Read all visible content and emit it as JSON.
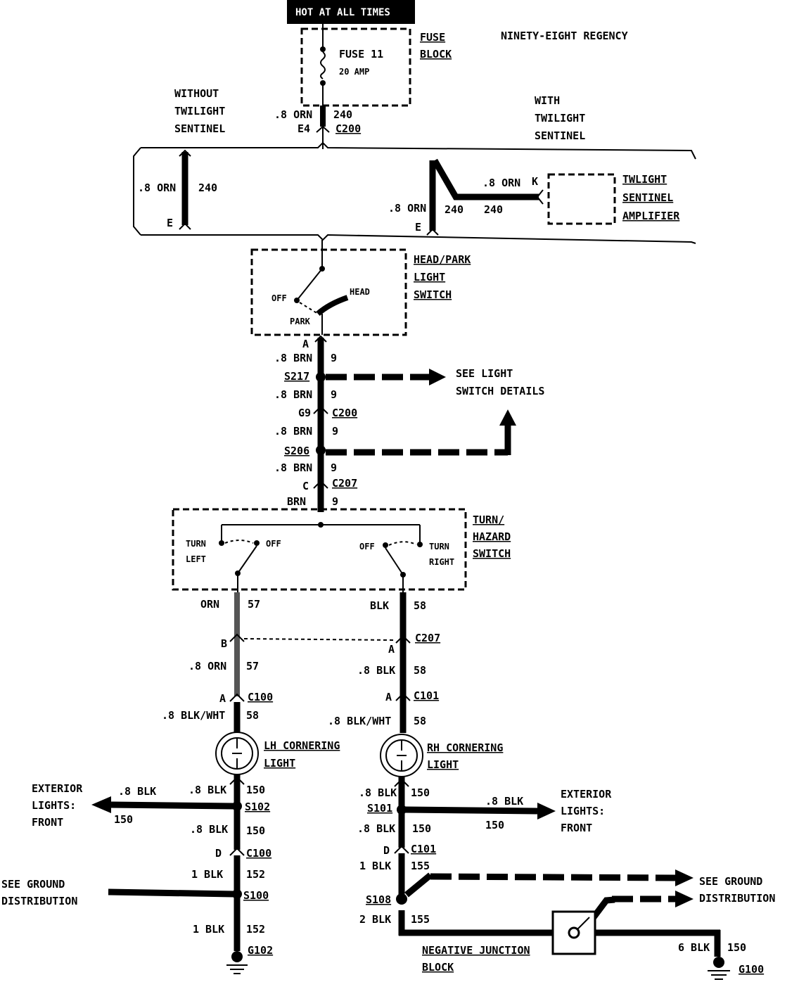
{
  "title": "NINETY-EIGHT REGENCY",
  "hot_label": "HOT AT ALL TIMES",
  "fuse_block": {
    "label_line1": "FUSE",
    "label_line2": "BLOCK",
    "fuse_name": "FUSE 11",
    "fuse_rating": "20 AMP"
  },
  "top_wire": {
    "size_color": ".8 ORN",
    "circuit": "240",
    "pin": "E4",
    "connector": "C200"
  },
  "without_twilight": {
    "line1": "WITHOUT",
    "line2": "TWILIGHT",
    "line3": "SENTINEL",
    "wire": ".8 ORN",
    "circuit": "240",
    "pin": "E"
  },
  "with_twilight": {
    "line1": "WITH",
    "line2": "TWILIGHT",
    "line3": "SENTINEL",
    "wire": ".8 ORN",
    "circuit": "240",
    "circuit2": "240",
    "pin": "E",
    "amp_wire": ".8 ORN",
    "amp_pin": "K"
  },
  "amplifier": {
    "line1": "TWLIGHT",
    "line2": "SENTINEL",
    "line3": "AMPLIFIER"
  },
  "head_park_switch": {
    "line1": "HEAD/PARK",
    "line2": "LIGHT",
    "line3": "SWITCH",
    "off": "OFF",
    "head": "HEAD",
    "park": "PARK"
  },
  "center_chain": {
    "pin_a": "A",
    "w1": ".8 BRN",
    "c1": "9",
    "splice1": "S217",
    "w2": ".8 BRN",
    "c2": "9",
    "pin_g9": "G9",
    "conn1": "C200",
    "w3": ".8 BRN",
    "c3": "9",
    "splice2": "S206",
    "w4": ".8 BRN",
    "c4": "9",
    "pin_c": "C",
    "conn2": "C207",
    "w5": "BRN",
    "c5": "9"
  },
  "light_switch_details": {
    "line1": "SEE LIGHT",
    "line2": "SWITCH DETAILS"
  },
  "turn_hazard": {
    "line1": "TURN/",
    "line2": "HAZARD",
    "line3": "SWITCH",
    "turn_left_1": "TURN",
    "turn_left_2": "LEFT",
    "off_left": "OFF",
    "off_right": "OFF",
    "turn_right_1": "TURN",
    "turn_right_2": "RIGHT"
  },
  "left_branch": {
    "w1": "ORN",
    "c1": "57",
    "pin_b": "B",
    "w2": ".8 ORN",
    "c2": "57",
    "pin_a": "A",
    "conn": "C100",
    "w3": ".8 BLK/WHT",
    "c3": "58",
    "lamp_line1": "LH CORNERING",
    "lamp_line2": "LIGHT",
    "w4": ".8 BLK",
    "c4": "150",
    "splice": "S102",
    "ext_wire": ".8 BLK",
    "ext_circuit": "150",
    "ext_line1": "EXTERIOR",
    "ext_line2": "LIGHTS:",
    "ext_line3": "FRONT",
    "w5": ".8 BLK",
    "c5": "150",
    "pin_d": "D",
    "conn2": "C100",
    "w6": "1 BLK",
    "c6": "152",
    "splice2": "S100",
    "gnd_line1": "SEE GROUND",
    "gnd_line2": "DISTRIBUTION",
    "w7": "1 BLK",
    "c7": "152",
    "ground": "G102"
  },
  "right_branch": {
    "w1": "BLK",
    "c1": "58",
    "conn": "C207",
    "pin_a": "A",
    "w2": ".8 BLK",
    "c2": "58",
    "pin_a2": "A",
    "conn2": "C101",
    "w3": ".8 BLK/WHT",
    "c3": "58",
    "lamp_line1": "RH CORNERING",
    "lamp_line2": "LIGHT",
    "w4": ".8 BLK",
    "c4": "150",
    "splice": "S101",
    "ext_wire": ".8 BLK",
    "ext_circuit": "150",
    "ext_line1": "EXTERIOR",
    "ext_line2": "LIGHTS:",
    "ext_line3": "FRONT",
    "w5": ".8 BLK",
    "c5": "150",
    "pin_d": "D",
    "conn3": "C101",
    "w6": "1 BLK",
    "c6": "155",
    "splice2": "S108",
    "gnd_line1": "SEE GROUND",
    "gnd_line2": "DISTRIBUTION",
    "w7": "2 BLK",
    "c7": "155",
    "nj_line1": "NEGATIVE JUNCTION",
    "nj_line2": "BLOCK",
    "w8": "6 BLK",
    "c8": "150",
    "ground": "G100"
  }
}
